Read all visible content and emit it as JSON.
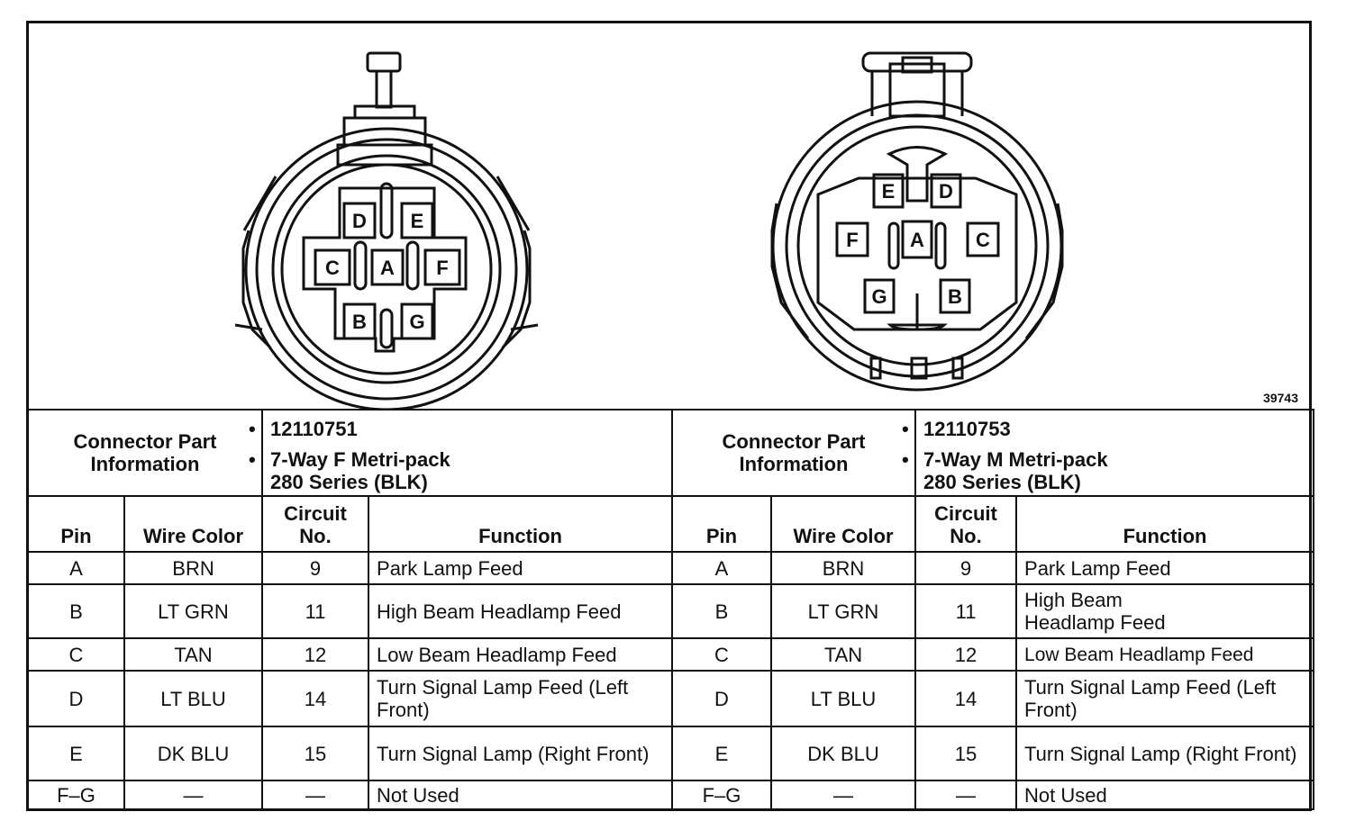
{
  "figure_number": "39743",
  "connectors": [
    {
      "info_label": "Connector Part Information",
      "part_number": "12110751",
      "description_line1": "7-Way F Metri-pack",
      "description_line2": "280 Series (BLK)",
      "headers": {
        "pin": "Pin",
        "wire_color": "Wire Color",
        "circuit_l1": "Circuit",
        "circuit_l2": "No.",
        "function": "Function"
      },
      "rows": [
        {
          "pin": "A",
          "color": "BRN",
          "circuit": "9",
          "function": "Park Lamp Feed"
        },
        {
          "pin": "B",
          "color": "LT GRN",
          "circuit": "11",
          "function": "High Beam Headlamp Feed"
        },
        {
          "pin": "C",
          "color": "TAN",
          "circuit": "12",
          "function": "Low Beam Headlamp Feed"
        },
        {
          "pin": "D",
          "color": "LT BLU",
          "circuit": "14",
          "function": "Turn Signal Lamp Feed (Left Front)"
        },
        {
          "pin": "E",
          "color": "DK BLU",
          "circuit": "15",
          "function": "Turn Signal Lamp (Right Front)"
        },
        {
          "pin": "F–G",
          "color": "—",
          "circuit": "—",
          "function": "Not Used"
        }
      ],
      "face_pins": [
        "D",
        "E",
        "C",
        "A",
        "F",
        "B",
        "G"
      ]
    },
    {
      "info_label": "Connector Part Information",
      "part_number": "12110753",
      "description_line1": "7-Way M Metri-pack",
      "description_line2": "280 Series (BLK)",
      "headers": {
        "pin": "Pin",
        "wire_color": "Wire Color",
        "circuit_l1": "Circuit",
        "circuit_l2": "No.",
        "function": "Function"
      },
      "rows": [
        {
          "pin": "A",
          "color": "BRN",
          "circuit": "9",
          "function": "Park Lamp Feed"
        },
        {
          "pin": "B",
          "color": "LT GRN",
          "circuit": "11",
          "function": "High Beam Headlamp Feed"
        },
        {
          "pin": "C",
          "color": "TAN",
          "circuit": "12",
          "function": "Low Beam Headlamp Feed"
        },
        {
          "pin": "D",
          "color": "LT BLU",
          "circuit": "14",
          "function": "Turn Signal Lamp Feed (Left Front)"
        },
        {
          "pin": "E",
          "color": "DK BLU",
          "circuit": "15",
          "function": "Turn Signal Lamp (Right Front)"
        },
        {
          "pin": "F–G",
          "color": "—",
          "circuit": "—",
          "function": "Not Used"
        }
      ],
      "face_pins": [
        "E",
        "D",
        "F",
        "A",
        "C",
        "G",
        "B"
      ]
    }
  ]
}
